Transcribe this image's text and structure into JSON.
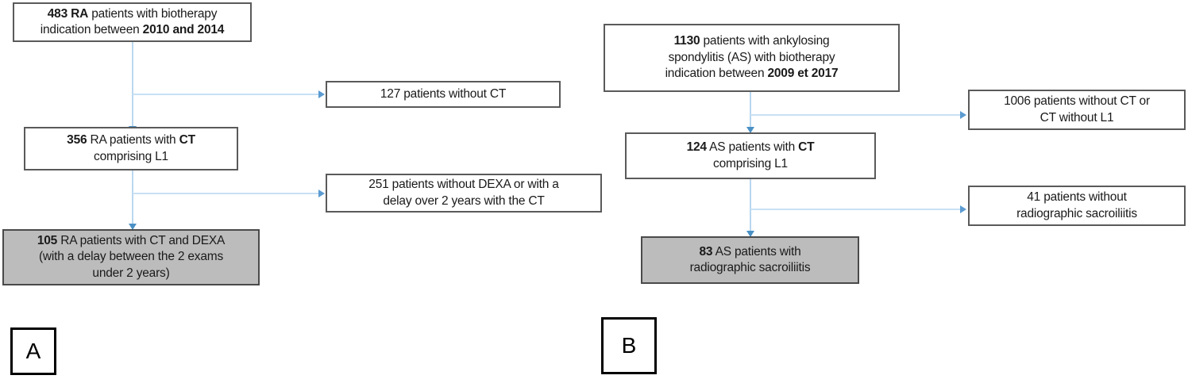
{
  "figure": {
    "type": "flowchart",
    "description": "Two-panel patient selection flow diagram",
    "colors": {
      "box_border": "#5a5a5a",
      "box_fill": "#ffffff",
      "shaded_box_fill": "#bcbcbc",
      "connector_line": "#c8e0f4",
      "arrow_head": "#5b9bd1",
      "panel_label_border": "#000000",
      "text": "#1a1a1a"
    }
  },
  "panels": [
    {
      "id": "A",
      "label": "A",
      "nodes": {
        "source": {
          "lines": [
            [
              {
                "t": "483 RA",
                "b": true
              },
              {
                "t": " patients with biotherapy",
                "b": false
              }
            ],
            [
              {
                "t": "indication between ",
                "b": false
              },
              {
                "t": "2010 and 2014",
                "b": true
              }
            ]
          ],
          "count": 483,
          "shaded": false
        },
        "excluded_1": {
          "lines": [
            [
              {
                "t": "127 patients without CT",
                "b": false
              }
            ]
          ],
          "count": 127,
          "shaded": false
        },
        "step_1": {
          "lines": [
            [
              {
                "t": "356",
                "b": true
              },
              {
                "t": " RA patients with ",
                "b": false
              },
              {
                "t": "CT",
                "b": true
              }
            ],
            [
              {
                "t": "comprising L1",
                "b": false
              }
            ]
          ],
          "count": 356,
          "shaded": false
        },
        "excluded_2": {
          "lines": [
            [
              {
                "t": "251 patients without DEXA or with a",
                "b": false
              }
            ],
            [
              {
                "t": "delay over 2 years with the CT",
                "b": false
              }
            ]
          ],
          "count": 251,
          "shaded": false
        },
        "final": {
          "lines": [
            [
              {
                "t": "105",
                "b": true
              },
              {
                "t": " RA patients with CT and DEXA",
                "b": false
              }
            ],
            [
              {
                "t": "(with a delay between the 2 exams",
                "b": false
              }
            ],
            [
              {
                "t": "under 2 years)",
                "b": false
              }
            ]
          ],
          "count": 105,
          "shaded": true
        }
      }
    },
    {
      "id": "B",
      "label": "B",
      "nodes": {
        "source": {
          "lines": [
            [
              {
                "t": "1130",
                "b": true
              },
              {
                "t": " patients with ankylosing",
                "b": false
              }
            ],
            [
              {
                "t": "spondylitis (AS) with biotherapy",
                "b": false
              }
            ],
            [
              {
                "t": "indication between ",
                "b": false
              },
              {
                "t": "2009 et 2017",
                "b": true
              }
            ]
          ],
          "count": 1130,
          "shaded": false
        },
        "excluded_1": {
          "lines": [
            [
              {
                "t": "1006 patients without CT or",
                "b": false
              }
            ],
            [
              {
                "t": "CT without L1",
                "b": false
              }
            ]
          ],
          "count": 1006,
          "shaded": false
        },
        "step_1": {
          "lines": [
            [
              {
                "t": "124",
                "b": true
              },
              {
                "t": " AS patients with ",
                "b": false
              },
              {
                "t": "CT",
                "b": true
              }
            ],
            [
              {
                "t": "comprising L1",
                "b": false
              }
            ]
          ],
          "count": 124,
          "shaded": false
        },
        "excluded_2": {
          "lines": [
            [
              {
                "t": "41 patients without",
                "b": false
              }
            ],
            [
              {
                "t": "radiographic sacroiliitis",
                "b": false
              }
            ]
          ],
          "count": 41,
          "shaded": false
        },
        "final": {
          "lines": [
            [
              {
                "t": "83",
                "b": true
              },
              {
                "t": " AS patients with",
                "b": false
              }
            ],
            [
              {
                "t": "radiographic sacroiliitis",
                "b": false
              }
            ]
          ],
          "count": 83,
          "shaded": true
        }
      }
    }
  ]
}
